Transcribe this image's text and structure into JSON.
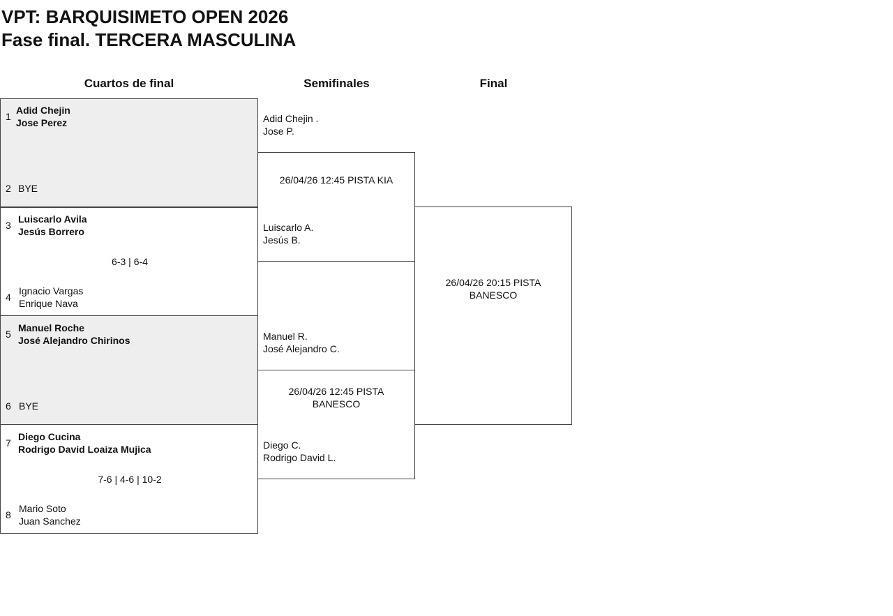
{
  "header": {
    "line1": "VPT: BARQUISIMETO OPEN 2026",
    "line2": "Fase final. TERCERA MASCULINA"
  },
  "rounds": {
    "quarterfinals": "Cuartos de final",
    "semifinals": "Semifinales",
    "final": "Final"
  },
  "quarterfinals": [
    {
      "top": {
        "seed": "1",
        "p1": "Adid Chejin",
        "p2": "Jose Perez"
      },
      "bottom": {
        "seed": "2",
        "p1": "BYE",
        "p2": ""
      },
      "score": ""
    },
    {
      "top": {
        "seed": "3",
        "p1": "Luiscarlo Avila",
        "p2": "Jesús Borrero"
      },
      "bottom": {
        "seed": "4",
        "p1": "Ignacio Vargas",
        "p2": "Enrique Nava"
      },
      "score": "6-3 | 6-4"
    },
    {
      "top": {
        "seed": "5",
        "p1": "Manuel Roche",
        "p2": "José Alejandro Chirinos"
      },
      "bottom": {
        "seed": "6",
        "p1": "BYE",
        "p2": ""
      },
      "score": ""
    },
    {
      "top": {
        "seed": "7",
        "p1": "Diego Cucina",
        "p2": "Rodrigo David Loaiza Mujica"
      },
      "bottom": {
        "seed": "8",
        "p1": "Mario Soto",
        "p2": "Juan Sanchez"
      },
      "score": "7-6 | 4-6 | 10-2"
    }
  ],
  "semifinals": [
    {
      "team1": {
        "p1": "Adid Chejin .",
        "p2": "Jose P."
      },
      "schedule": "26/04/26 12:45 PISTA KIA",
      "team2": {
        "p1": "Luiscarlo A.",
        "p2": "Jesús B."
      }
    },
    {
      "team1": {
        "p1": "Manuel R.",
        "p2": "José Alejandro C."
      },
      "schedule": "26/04/26 12:45 PISTA BANESCO",
      "team2": {
        "p1": "Diego C.",
        "p2": "Rodrigo David L."
      }
    }
  ],
  "final": {
    "schedule": "26/04/26 20:15 PISTA BANESCO"
  }
}
